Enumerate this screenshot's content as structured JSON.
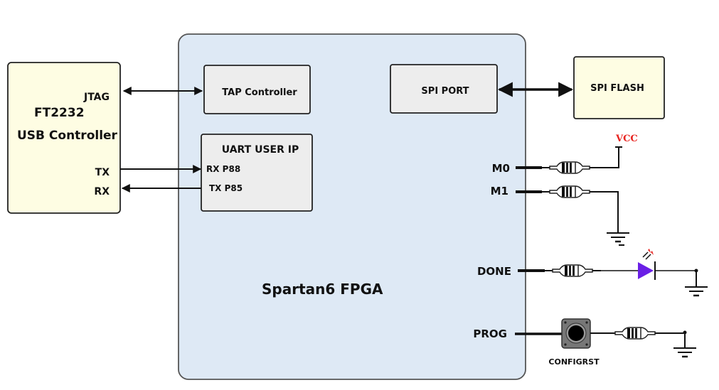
{
  "diagram": {
    "colors": {
      "fpga_fill": "#dee9f5",
      "block_fill": "#ededed",
      "external_fill": "#fefde3",
      "vcc_red": "#e8231f",
      "led_purple": "#6a1fe6",
      "wire": "#111111"
    },
    "usb_controller": {
      "title_line1": "FT2232",
      "title_line2": "USB Controller",
      "jtag_label": "JTAG",
      "tx_label": "TX",
      "rx_label": "RX"
    },
    "fpga": {
      "title": "Spartan6 FPGA",
      "tap_controller": "TAP Controller",
      "uart": {
        "title": "UART USER IP",
        "rx_pin": "RX P88",
        "tx_pin": "TX P85"
      },
      "spi_port": "SPI PORT",
      "pins": {
        "m0": "M0",
        "m1": "M1",
        "done": "DONE",
        "prog": "PROG"
      }
    },
    "spi_flash": "SPI FLASH",
    "vcc_label": "VCC",
    "button_label": "CONFIGRST"
  }
}
